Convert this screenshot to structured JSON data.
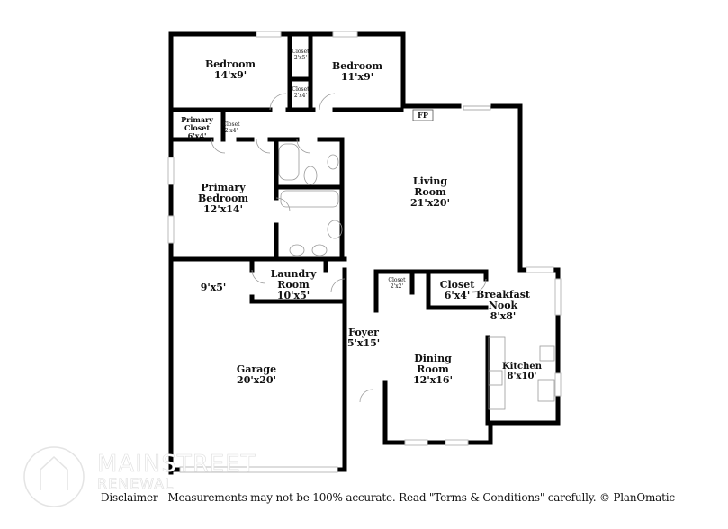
{
  "rooms": {
    "bedroom1": {
      "name": "Bedroom",
      "size": "14'x9'"
    },
    "bedroom2": {
      "name": "Bedroom",
      "size": "11'x9'"
    },
    "closet_a": {
      "name": "Closet",
      "size": "2'x5'"
    },
    "closet_b": {
      "name": "Closet",
      "size": "2'x4'"
    },
    "closet_c": {
      "name": "Closet",
      "size": "2'x4'"
    },
    "primary_closet": {
      "name": "Primary Closet",
      "size": "6'x4'"
    },
    "primary_bedroom": {
      "name": "Primary Bedroom",
      "size": "12'x14'"
    },
    "living_room": {
      "name": "Living Room",
      "size": "21'x20'"
    },
    "fireplace": {
      "name": "FP"
    },
    "laundry": {
      "name": "Laundry Room",
      "size": "10'x5'"
    },
    "storage": {
      "size": "9'x5'"
    },
    "garage": {
      "name": "Garage",
      "size": "20'x20'"
    },
    "foyer": {
      "name": "Foyer",
      "size": "5'x15'"
    },
    "closet_d": {
      "name": "Closet",
      "size": "2'x2'"
    },
    "closet_e": {
      "name": "Closet",
      "size": "6'x4'"
    },
    "breakfast_nook": {
      "name": "Breakfast Nook",
      "size": "8'x8'"
    },
    "dining_room": {
      "name": "Dining Room",
      "size": "12'x16'"
    },
    "kitchen": {
      "name": "Kitchen",
      "size": "8'x10'"
    }
  },
  "logo": {
    "line1": "MAINSTREET",
    "line2": "RENEWAL"
  },
  "disclaimer": "Disclaimer - Measurements may not be 100% accurate. Read \"Terms & Conditions\" carefully. © PlanOmatic",
  "colors": {
    "wall": "#000000",
    "window": "#cccccc"
  }
}
